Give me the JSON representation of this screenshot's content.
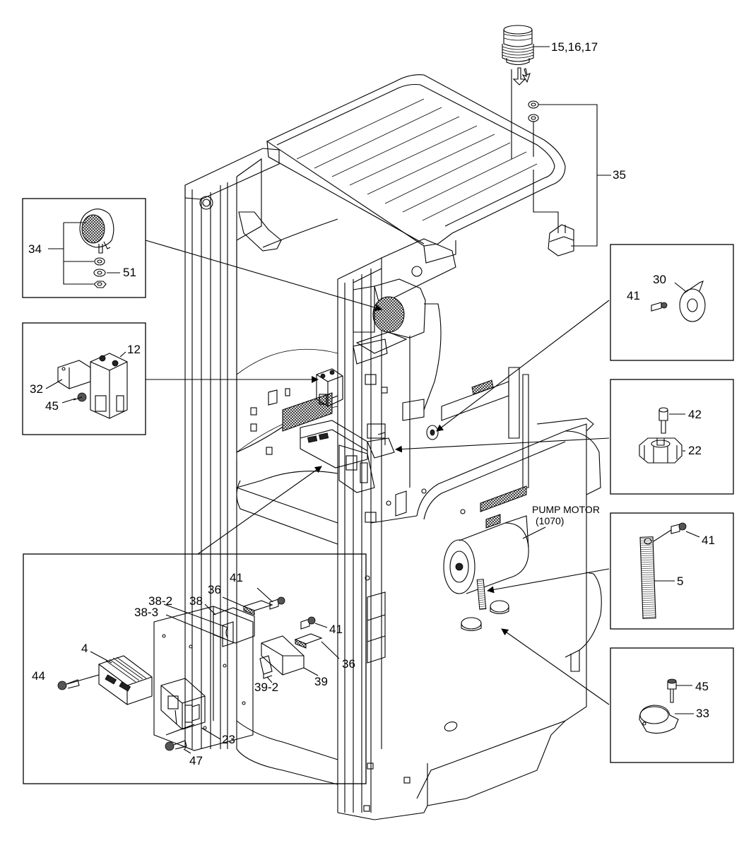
{
  "callouts": {
    "beacon": "15,16,17",
    "mount_kit": "35",
    "work_light": "34",
    "washer_51": "51",
    "contactor": "12",
    "bracket_32": "32",
    "screw_45_a": "45",
    "horn": "30",
    "bolt_41_horn": "41",
    "knob_22": "22",
    "screw_42": "42",
    "strap_5": "5",
    "bolt_41_strap": "41",
    "screw_45_b": "45",
    "cap_33": "33",
    "controller_4": "4",
    "screw_44": "44",
    "plate_38_3": "38-3",
    "plate_38_2": "38-2",
    "bracket_38": "38",
    "clip_36_a": "36",
    "bolt_41_a": "41",
    "bolt_41_b": "41",
    "clip_36_b": "36",
    "cover_39": "39",
    "clip_39_2": "39-2",
    "module_23": "23",
    "screw_47": "47"
  },
  "pump_motor": {
    "name": "PUMP MOTOR",
    "number": "(1070)"
  }
}
